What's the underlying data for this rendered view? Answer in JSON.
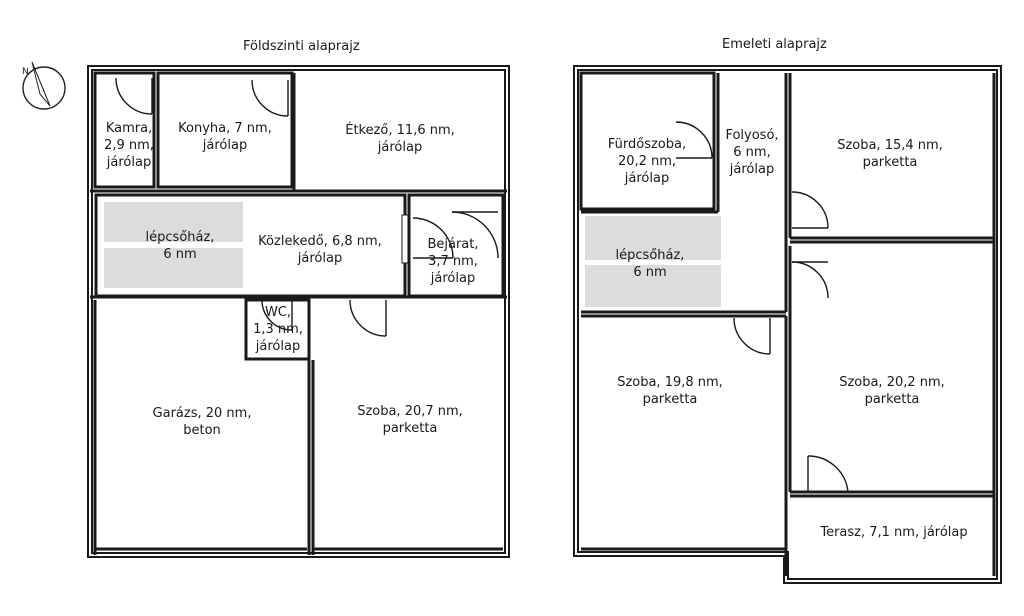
{
  "ground_floor": {
    "title": "Földszinti alaprajz",
    "rooms": {
      "kamra": [
        "Kamra,",
        "2,9 nm,",
        "járólap"
      ],
      "konyha": [
        "Konyha, 7 nm,",
        "járólap"
      ],
      "etkezo": [
        "Étkező, 11,6 nm,",
        "járólap"
      ],
      "lepcsohaz": [
        "lépcsőház,",
        "6 nm"
      ],
      "kozlekedo": [
        "Közlekedő, 6,8 nm,",
        "járólap"
      ],
      "bejarat": [
        "Bejárat,",
        "3,7 nm,",
        "járólap"
      ],
      "wc": [
        "WC,",
        "1,3 nm,",
        "járólap"
      ],
      "garazs": [
        "Garázs, 20 nm,",
        "beton"
      ],
      "szoba": [
        "Szoba, 20,7 nm,",
        "parketta"
      ]
    }
  },
  "upper_floor": {
    "title": "Emeleti alaprajz",
    "rooms": {
      "furdoszoba": [
        "Fürdőszoba,",
        "20,2 nm,",
        "járólap"
      ],
      "folyoso": [
        "Folyosó,",
        "6 nm,",
        "járólap"
      ],
      "szoba1": [
        "Szoba, 15,4 nm,",
        "parketta"
      ],
      "lepcsohaz": [
        "lépcsőház,",
        "6 nm"
      ],
      "szoba2": [
        "Szoba, 19,8 nm,",
        "parketta"
      ],
      "szoba3": [
        "Szoba, 20,2 nm,",
        "parketta"
      ],
      "terasz": [
        "Terasz, 7,1 nm, járólap"
      ]
    }
  },
  "icons": {
    "compass": "north-arrow-icon"
  },
  "colors": {
    "wall": "#1a1a1a",
    "wall_fill": "#ffffff",
    "stair": "#dcdcdc"
  }
}
